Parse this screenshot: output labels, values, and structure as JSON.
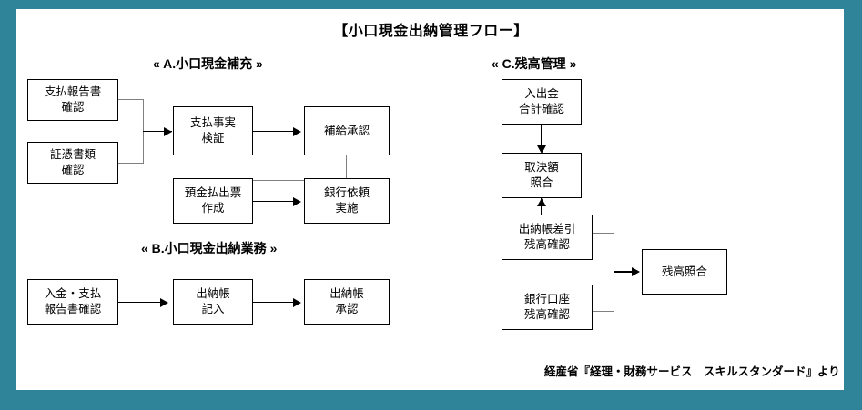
{
  "page": {
    "title": "【小口現金出納管理フロー】",
    "frame_color": "#2F8499",
    "background": "#ffffff",
    "footer": "経産省『経理・財務サービス　スキルスタンダード』より"
  },
  "sections": {
    "a": {
      "heading": "« A.小口現金補充 »"
    },
    "b": {
      "heading": "« B.小口現金出納業務 »"
    },
    "c": {
      "heading": "« C.残高管理 »"
    }
  },
  "nodes": {
    "a1": "支払報告書\n確認",
    "a2": "証憑書類\n確認",
    "a3": "支払事実\n検証",
    "a4": "補給承認",
    "a5": "預金払出票\n作成",
    "a6": "銀行依頼\n実施",
    "b1": "入金・支払\n報告書確認",
    "b2": "出納帳\n記入",
    "b3": "出納帳\n承認",
    "c1": "入出金\n合計確認",
    "c2": "取決額\n照合",
    "c3": "出納帳差引\n残高確認",
    "c4": "銀行口座\n残高確認",
    "c5": "残高照合"
  }
}
